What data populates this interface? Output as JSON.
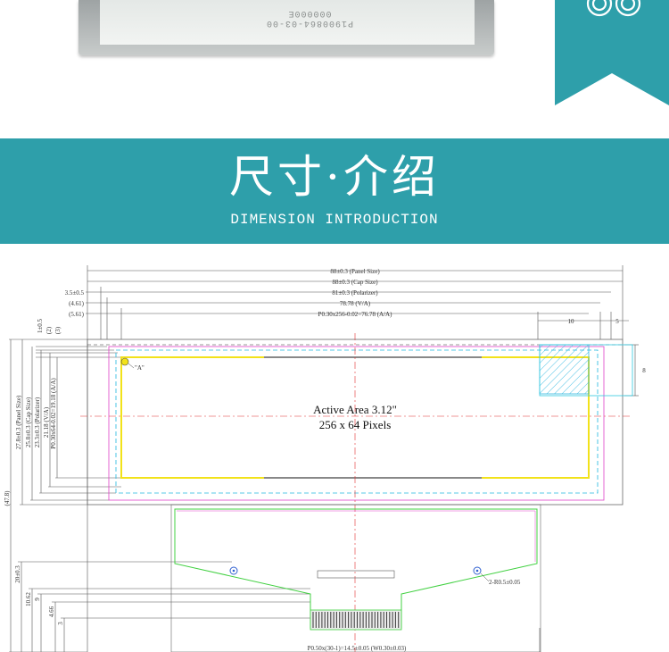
{
  "product_photo": {
    "glass_marking_line1": "P1900864-03-00",
    "glass_marking_line2": "000000E"
  },
  "banner": {
    "title_cn": "尺寸·介绍",
    "title_en": "DIMENSION INTRODUCTION",
    "color": "#2e9faa"
  },
  "drawing": {
    "horizontal_dims": {
      "panel_size": "88±0.3 (Panel Size)",
      "cap_size": "88±0.3 (Cap Size)",
      "polarizer": "81±0.3 (Polarizer)",
      "va": "78.78 (V/A)",
      "aa": "P0.30x256-0.02=76.78 (A/A)",
      "offset1": "3.5±0.5",
      "offset2": "(4.61)",
      "offset3": "(5.61)",
      "detail_10": "10",
      "detail_5": "5",
      "detail_8": "8"
    },
    "vertical_dims": {
      "total": "(47.8)",
      "panel_size": "27.8±0.3 (Panel Size)",
      "cap_size": "25.8±0.3 (Cap Size)",
      "polarizer": "23.3±0.3 (Polarizer)",
      "va": "21.18 (V/A)",
      "aa": "P0.30x64-0.02=19.18 (A/A)",
      "v1": "1±0.5",
      "v2": "(2)",
      "v3": "(3)",
      "tail_20": "20±0.3",
      "tail_1062": "10.62",
      "tail_9": "9",
      "tail_466": "4.66",
      "tail_3": "3"
    },
    "active_area_line1": "Active Area 3.12\"",
    "active_area_line2": "256 x 64 Pixels",
    "point_label": "\"A\"",
    "hole_label": "2-R0.5±0.05",
    "pin_pitch_label": "P0.50x(30-1)=14.5±0.05 (W0.30±0.03)"
  }
}
